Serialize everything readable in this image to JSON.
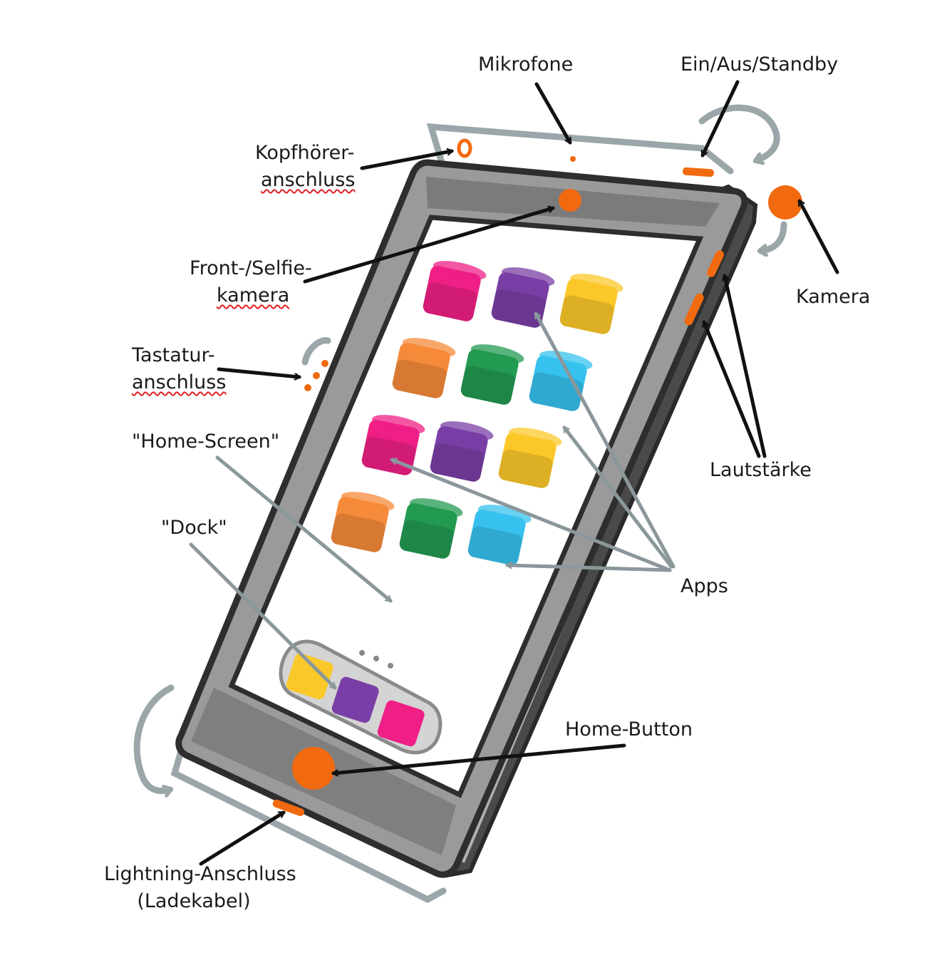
{
  "labels": {
    "mikrofone": "Mikrofone",
    "ein_aus": "Ein/Aus/Standby",
    "kopfhoerer_1": "Kopfhörer-",
    "kopfhoerer_2": "anschluss",
    "front_1": "Front-/Selfie-",
    "front_2": "kamera",
    "kamera": "Kamera",
    "tastatur_1": "Tastatur-",
    "tastatur_2": "anschluss",
    "home_screen": "\"Home-Screen\"",
    "dock": "\"Dock\"",
    "lautstaerke": "Lautstärke",
    "apps": "Apps",
    "home_button": "Home-Button",
    "lightning_1": "Lightning-Anschluss",
    "lightning_2": "(Ladekabel)"
  },
  "colors": {
    "accent_orange": "#f26a10",
    "frame_dark": "#3a3a3a",
    "frame_mid": "#8a8a8a",
    "frame_light": "#c9c9c9",
    "arrow_black": "#111111",
    "arrow_gray": "#8a979b",
    "app_pink": "#ef1f86",
    "app_purple": "#7a3fa6",
    "app_yellow": "#fbc82a",
    "app_orange": "#f58a3a",
    "app_green": "#239a52",
    "app_cyan": "#37c1ee"
  },
  "app_grid": [
    [
      "pink",
      "purple",
      "yellow"
    ],
    [
      "orange",
      "green",
      "cyan"
    ],
    [
      "pink",
      "purple",
      "yellow"
    ],
    [
      "orange",
      "green",
      "cyan"
    ]
  ],
  "dock_apps": [
    "yellow",
    "purple",
    "pink"
  ],
  "icons": [
    "rotate-arrow-icon",
    "home-button-icon",
    "camera-icon",
    "microphone-icon",
    "power-button-icon",
    "volume-button-icon",
    "headphone-jack-icon",
    "lightning-port-icon",
    "keyboard-connector-icon"
  ]
}
